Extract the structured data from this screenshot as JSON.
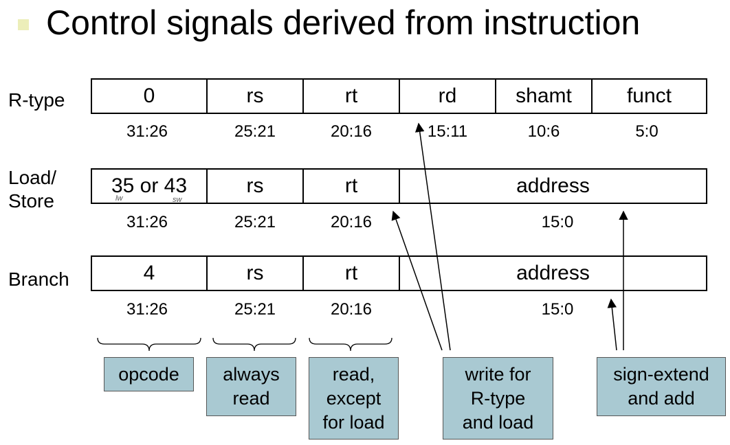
{
  "title": "Control signals derived from instruction",
  "rows": [
    {
      "label": "R-type",
      "fields": [
        "0",
        "rs",
        "rt",
        "rd",
        "shamt",
        "funct"
      ],
      "bits": [
        "31:26",
        "25:21",
        "20:16",
        "15:11",
        "10:6",
        "5:0"
      ]
    },
    {
      "label": "Load/\nStore",
      "fields": [
        "35 or 43",
        "rs",
        "rt",
        "address"
      ],
      "bits": [
        "31:26",
        "25:21",
        "20:16",
        "15:0"
      ]
    },
    {
      "label": "Branch",
      "fields": [
        "4",
        "rs",
        "rt",
        "address"
      ],
      "bits": [
        "31:26",
        "25:21",
        "20:16",
        "15:0"
      ]
    }
  ],
  "handwritten": [
    "lw",
    "sw"
  ],
  "notes": [
    "opcode",
    "always\nread",
    "read,\nexcept\nfor load",
    "write for\nR-type\nand load",
    "sign-extend\nand add"
  ]
}
